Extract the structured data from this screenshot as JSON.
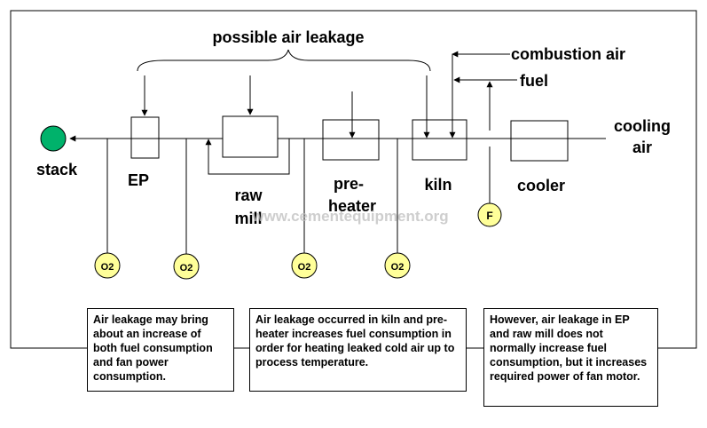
{
  "title": "possible air leakage",
  "labels": {
    "combustion_air": "combustion air",
    "fuel": "fuel",
    "cooling": "cooling",
    "air": "air",
    "stack": "stack",
    "ep": "EP",
    "raw": "raw",
    "mill": "mill",
    "pre": "pre-",
    "heater": "heater",
    "kiln": "kiln",
    "cooler": "cooler",
    "fan": "F"
  },
  "o2_sensors": [
    {
      "label": "O2"
    },
    {
      "label": "O2"
    },
    {
      "label": "O2"
    },
    {
      "label": "O2"
    }
  ],
  "watermark": "www.cementequipment.org",
  "notes": [
    {
      "text": "Air leakage may bring about an increase of both fuel consumption and fan power consumption."
    },
    {
      "text": "Air leakage occurred in kiln and pre-heater increases fuel consumption in order for heating leaked cold air up to process temperature."
    },
    {
      "text": "However, air leakage in EP and raw mill does not normally increase fuel consumption, but it increases required power of fan motor."
    }
  ],
  "colors": {
    "stack_fill": "#00b26b",
    "sensor_fill": "#ffff99",
    "line": "#000000"
  }
}
